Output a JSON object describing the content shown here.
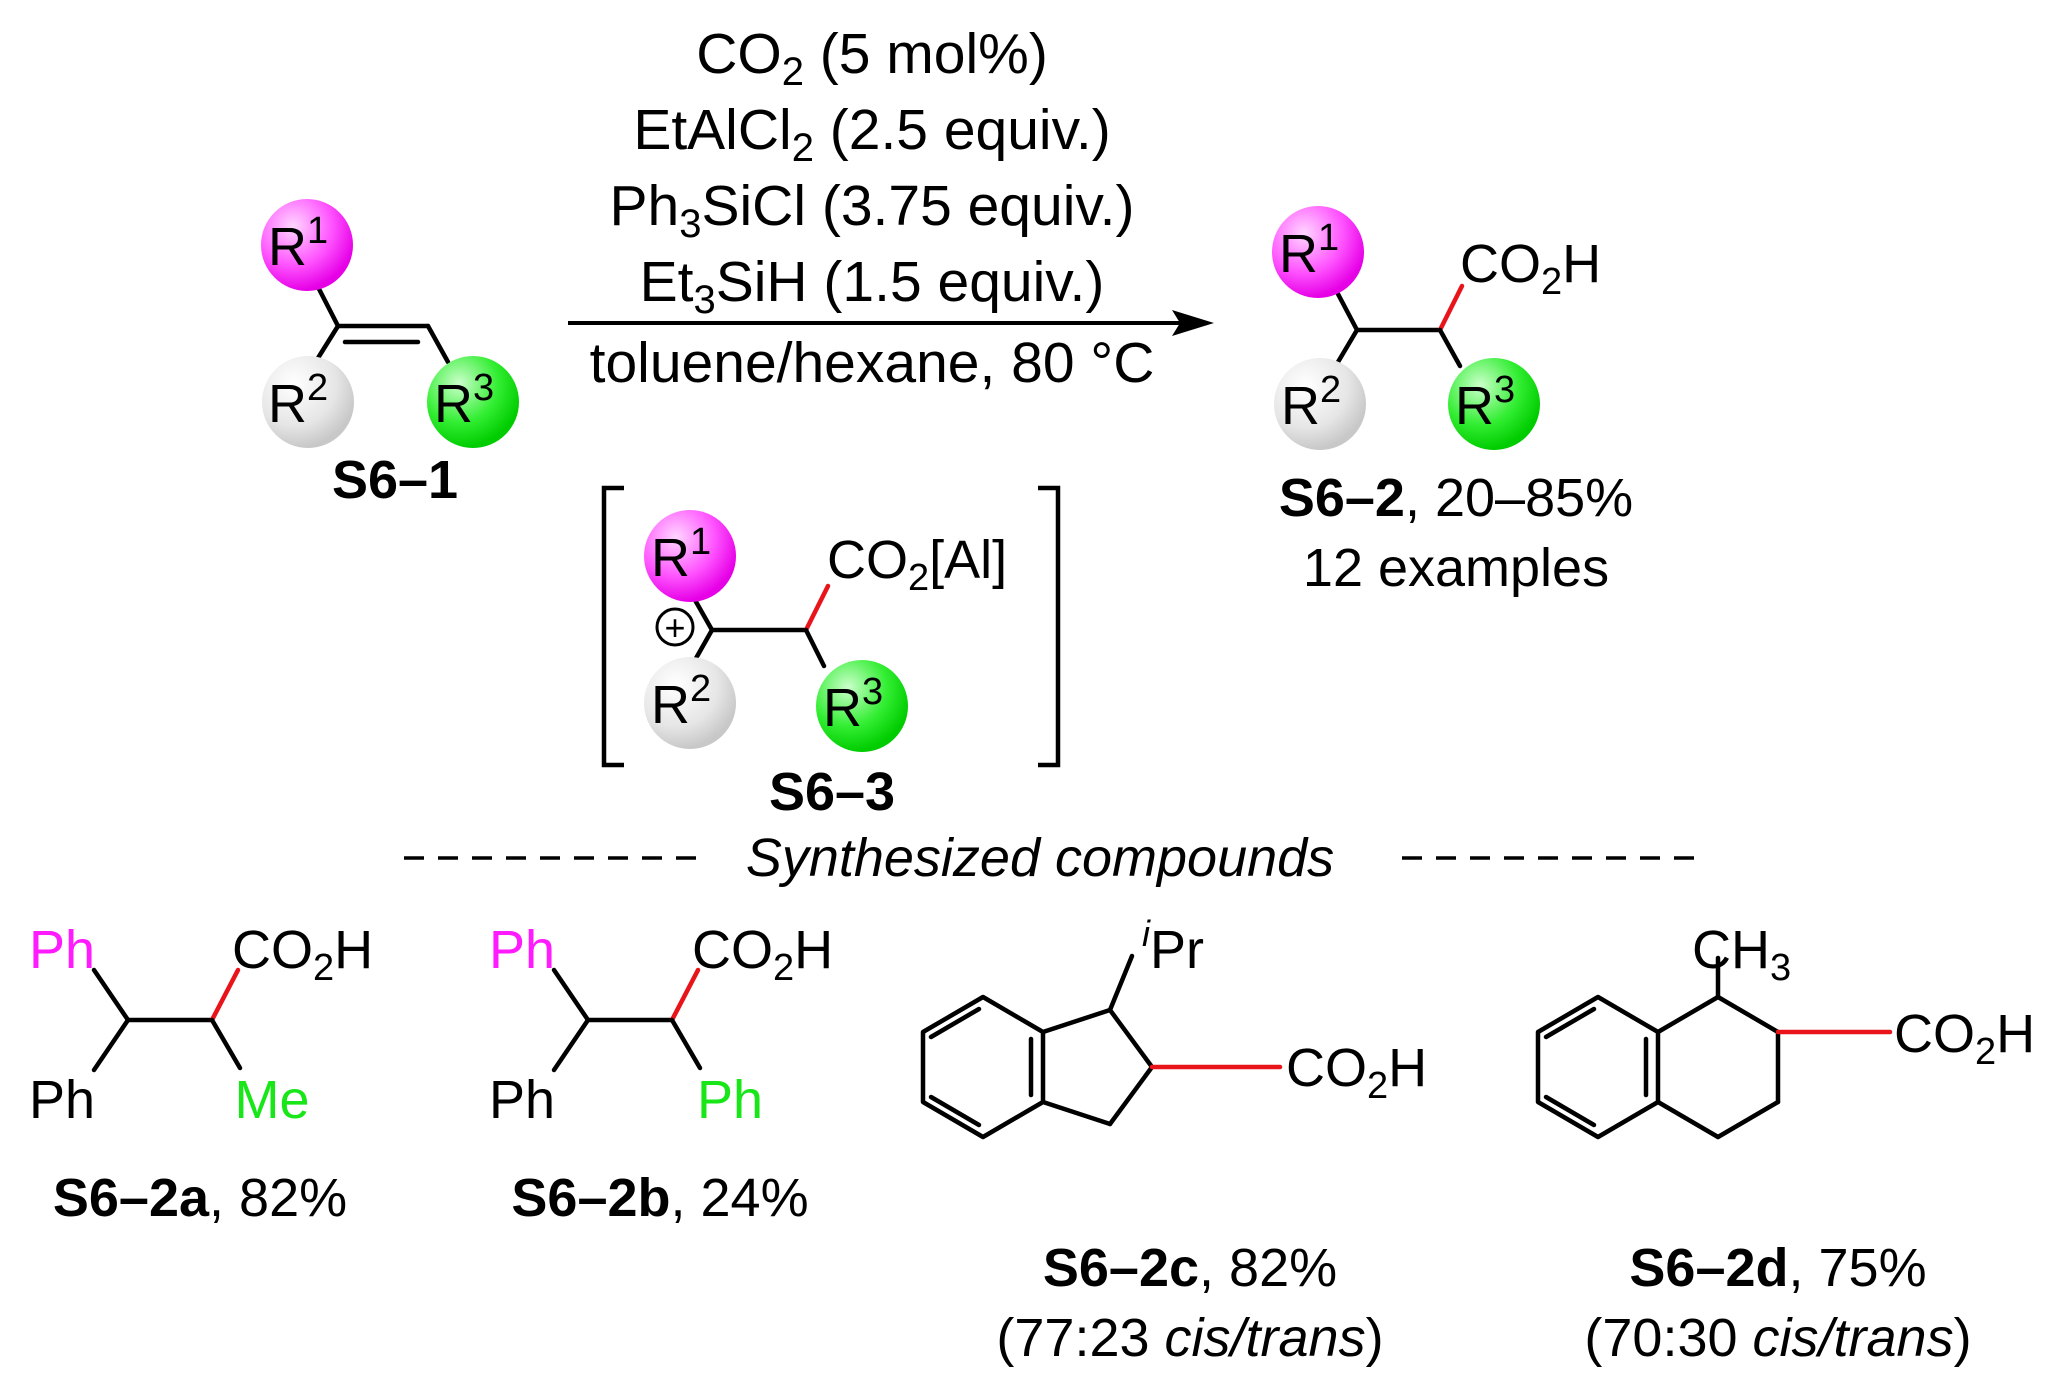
{
  "colors": {
    "r1_magenta": "#ff1aff",
    "r2_gray": "#d9d9d9",
    "r3_green": "#19e619",
    "new_bond_red": "#e8141a"
  },
  "reaction": {
    "conditions_above": [
      {
        "main": "CO",
        "sub": "2",
        "rest": " (5 mol%)"
      },
      {
        "main": "EtAlCl",
        "sub": "2",
        "rest": " (2.5 equiv.)"
      },
      {
        "main": "Ph",
        "sub": "3",
        "rest": "SiCl (3.75 equiv.)"
      },
      {
        "main": "Et",
        "sub": "3",
        "rest": "SiH (1.5 equiv.)"
      }
    ],
    "conditions_below": "toluene/hexane, 80 °C"
  },
  "substrate": {
    "r1": "R",
    "r2": "R",
    "r3": "R",
    "sup1": "1",
    "sup2": "2",
    "sup3": "3",
    "id": "S6–1"
  },
  "product": {
    "cooh": "CO",
    "cooh_sub": "2",
    "cooh_end": "H",
    "id": "S6–2",
    "yield": ", 20–85%",
    "examples": "12 examples"
  },
  "intermediate": {
    "co2al": "CO",
    "co2al_sub": "2",
    "co2al_end": "[Al]",
    "charge": "+",
    "id": "S6–3"
  },
  "section_title": "Synthesized compounds",
  "compounds": [
    {
      "id": "S6–2a",
      "yield": ", 82%",
      "ph_top": "Ph",
      "ph_bottom": "Ph",
      "subst": "Me"
    },
    {
      "id": "S6–2b",
      "yield": ", 24%",
      "ph_top": "Ph",
      "ph_bottom": "Ph",
      "subst": "Ph"
    },
    {
      "id": "S6–2c",
      "yield": ", 82%",
      "ratio_open": "(77:23 ",
      "ratio_it": "cis/trans",
      "ratio_close": ")",
      "ipr_i": "i",
      "ipr": "Pr"
    },
    {
      "id": "S6–2d",
      "yield": ", 75%",
      "ratio_open": "(70:30 ",
      "ratio_it": "cis/trans",
      "ratio_close": ")",
      "ch3": "CH",
      "ch3_sub": "3"
    }
  ],
  "labels": {
    "co2h_main": "CO",
    "co2h_sub": "2",
    "co2h_end": "H"
  }
}
